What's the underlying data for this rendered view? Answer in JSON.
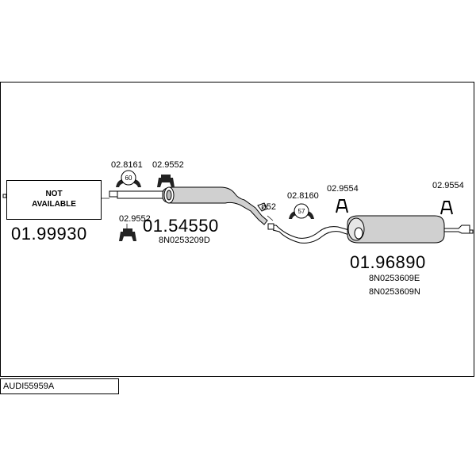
{
  "diagram": {
    "not_available": {
      "line1": "NOT",
      "line2": "AVAILABLE"
    },
    "front_part": {
      "number": "01.99930"
    },
    "middle_silencer": {
      "number": "01.54550",
      "oem": "8N0253209D"
    },
    "rear_silencer": {
      "number": "01.96890",
      "oem1": "8N0253609E",
      "oem2": "8N0253609N"
    },
    "mounts": {
      "m1": {
        "code": "02.8161",
        "size": "60"
      },
      "m2": {
        "code": "02.9552"
      },
      "m3": {
        "code": "02.9552"
      },
      "m4": {
        "code": "02.8160",
        "size": "57"
      },
      "m5": {
        "code": "02.9554"
      },
      "m6": {
        "code": "02.9554"
      }
    },
    "pipe_diameter": "ø52",
    "footer_label": "AUDI55959A"
  }
}
